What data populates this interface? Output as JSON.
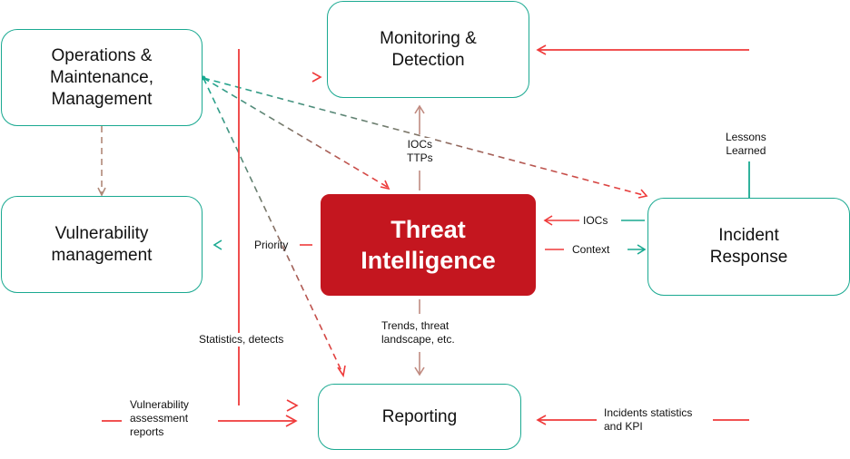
{
  "colors": {
    "teal": "#1aa991",
    "red": "#ef3a3a",
    "core_fill": "#c4161f",
    "mixed": "#b08878"
  },
  "nodes": {
    "operations": "Operations &\nMaintenance,\nManagement",
    "monitoring": "Monitoring &\nDetection",
    "vulnerability": "Vulnerability\nmanagement",
    "threat_intel": "Threat\nIntelligence",
    "incident": "Incident\nResponse",
    "reporting": "Reporting"
  },
  "edge_labels": {
    "iocs_ttps": "IOCs\nTTPs",
    "lessons_learned": "Lessons\nLearned",
    "iocs": "IOCs",
    "context": "Context",
    "priority": "Priority",
    "statistics_detects": "Statistics, detects",
    "trends": "Trends, threat\nlandscape, etc.",
    "vuln_reports": "Vulnerability\nassessment\nreports",
    "incident_stats": "Incidents statistics\nand KPI"
  }
}
